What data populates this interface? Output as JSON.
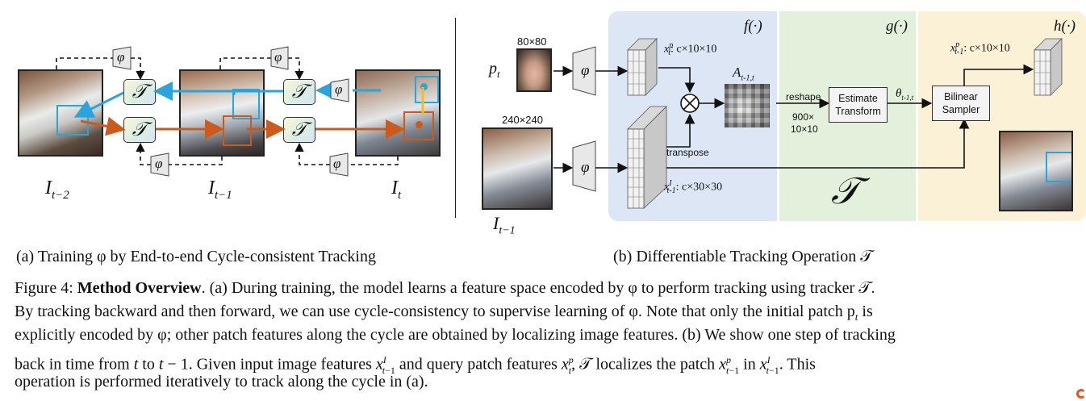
{
  "panel_a": {
    "frame_labels": [
      "I",
      "I",
      "I"
    ],
    "frame_subs": [
      "t−2",
      "t−1",
      "t"
    ],
    "tracker_symbol": "𝒯",
    "encoder_symbol": "φ",
    "caption": "(a) Training φ by End-to-end Cycle-consistent Tracking"
  },
  "panel_b": {
    "region_f": "f(·)",
    "region_g": "g(·)",
    "region_h": "h(·)",
    "patch_size": "80×80",
    "image_size": "240×240",
    "patch_label": "p",
    "patch_sub": "t",
    "image_label": "I",
    "image_sub": "t−1",
    "feat_p": "x",
    "feat_p_sup": "p",
    "feat_p_sub": "t",
    "feat_p_dims": ": c×10×10",
    "feat_i": "x",
    "feat_i_sup": "I",
    "feat_i_sub": "t-1",
    "feat_i_dims": ": c×30×30",
    "affinity": "A",
    "affinity_sub": "t-1,t",
    "transpose": "transpose",
    "reshape": "reshape",
    "reshape_dims_1": "900×",
    "reshape_dims_2": "10×10",
    "estimate_1": "Estimate",
    "estimate_2": "Transform",
    "theta": "θ",
    "theta_sub": "t-1,t",
    "sampler_1": "Bilinear",
    "sampler_2": "Sampler",
    "out_feat": "x",
    "out_feat_sup": "p",
    "out_feat_sub": "t-1",
    "out_dims": ": c×10×10",
    "tracker_big": "𝒯",
    "caption": "(b) Differentiable Tracking Operation 𝒯"
  },
  "caption": {
    "fig": "Figure 4:",
    "title": "Method Overview",
    "line1": ". (a) During training, the model learns a feature space encoded by φ to perform tracking using tracker 𝒯.",
    "line2": "By tracking backward and then forward, we can use cycle-consistency to supervise learning of φ.  Note that only the initial patch p",
    "line2b": " is",
    "line3": "explicitly encoded by φ; other patch features along the cycle are obtained by localizing image features.  (b) We show one step of tracking",
    "line4a": "back in time from ",
    "line4b": " to ",
    "line4c": ".  Given input image features ",
    "line4d": " and query patch features ",
    "line4e": ", 𝒯 localizes the patch ",
    "line4f": " in ",
    "line4g": ".  This",
    "line5": "operation is performed iteratively to track along the cycle in (a)."
  },
  "colors": {
    "blue_arrow": "#2aa4dc",
    "orange_arrow": "#cc5a1a",
    "region_f": "#dce6f5",
    "region_g": "#e3f0dc",
    "region_h": "#fbf1d6"
  }
}
